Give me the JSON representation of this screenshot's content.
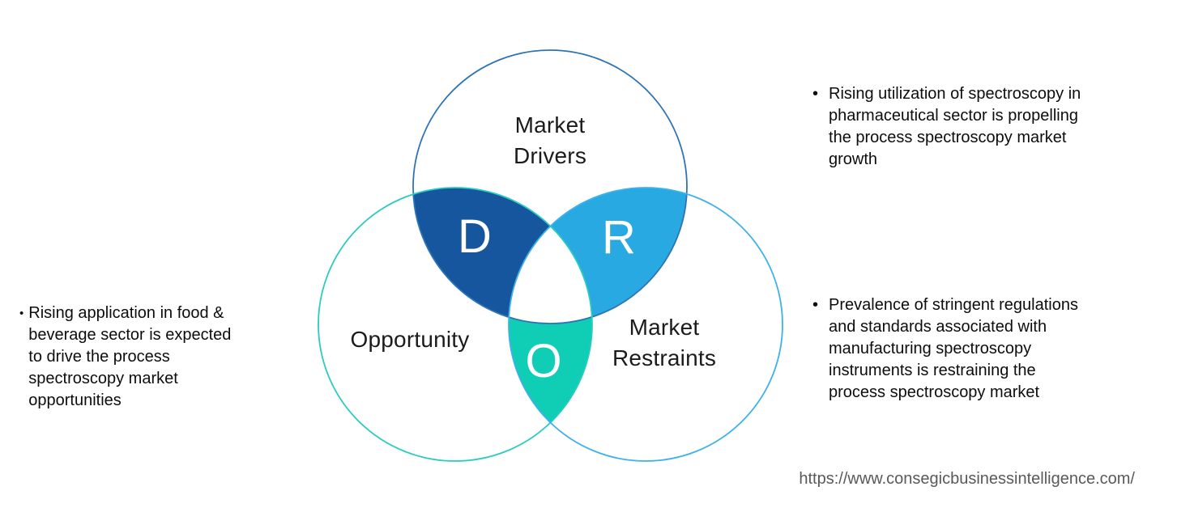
{
  "venn": {
    "drivers": {
      "label": "Market\nDrivers",
      "stroke": "#2e74b5"
    },
    "opportunity": {
      "label": "Opportunity",
      "stroke": "#2accbf"
    },
    "restraints": {
      "label": "Market\nRestraints",
      "stroke": "#3fb1ea"
    },
    "overlaps": {
      "d": {
        "letter": "D",
        "fill": "#15569f"
      },
      "r": {
        "letter": "R",
        "fill": "#29a9e2"
      },
      "o": {
        "letter": "O",
        "fill": "#10cdb5"
      }
    },
    "center_fill": "#ffffff",
    "letter_color": "#ffffff"
  },
  "bullets": {
    "left": {
      "marker": "•",
      "text": "Rising application in food &\nbeverage sector is expected\nto drive the process\nspectroscopy market\nopportunities"
    },
    "top_right": {
      "marker": "•",
      "text": "Rising utilization of spectroscopy in\npharmaceutical sector is propelling\nthe process spectroscopy market\ngrowth"
    },
    "bottom_right": {
      "marker": "•",
      "text": "Prevalence of stringent regulations\nand standards associated with\nmanufacturing spectroscopy\ninstruments is restraining the\nprocess spectroscopy market"
    }
  },
  "footer": {
    "url": "https://www.consegicbusinessintelligence.com/"
  }
}
